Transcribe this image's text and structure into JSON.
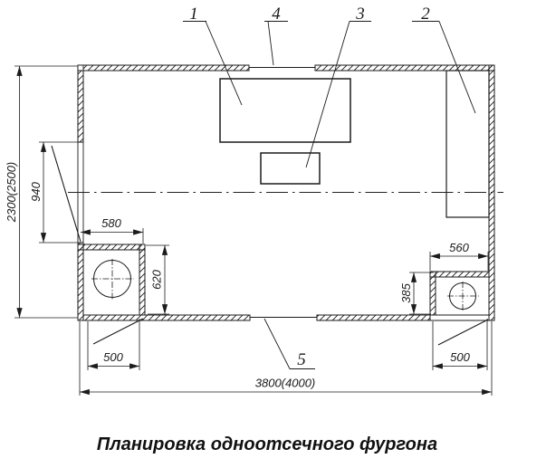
{
  "drawing": {
    "title": "Планировка одноотсечного фургона",
    "callouts": [
      {
        "label": "1"
      },
      {
        "label": "2"
      },
      {
        "label": "3"
      },
      {
        "label": "4"
      },
      {
        "label": "5"
      }
    ],
    "dimensions": {
      "body_height": "2300(2500)",
      "side_door_opening": "940",
      "left_wheelbox_top": "580",
      "left_wheelbox_side": "620",
      "left_wheelbox_bottom": "500",
      "right_wheelbox_top": "560",
      "right_wheelbox_side": "385",
      "right_wheelbox_bottom": "500",
      "body_length": "3800(4000)"
    },
    "colors": {
      "ink": "#1b1b1b",
      "paper": "#ffffff"
    }
  }
}
